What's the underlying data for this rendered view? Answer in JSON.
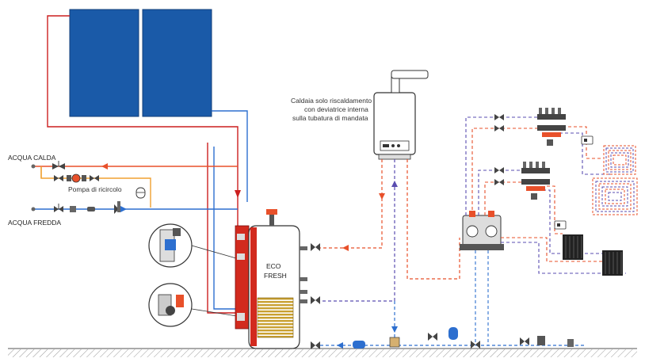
{
  "labels": {
    "hot_water": "ACQUA CALDA",
    "cold_water": "ACQUA FREDDA",
    "recirc_pump": "Pompa di ricircolo",
    "boiler_line1": "Caldaia solo riscaldamento",
    "boiler_line2": "con deviatrice interna",
    "boiler_line3": "sulla tubatura di mandata",
    "tank_line1": "ECO",
    "tank_line2": "FRESH"
  },
  "colors": {
    "solar_panel": "#1a5aa8",
    "hot": "#e8502a",
    "solar_hot": "#cc1f1f",
    "cold": "#2d6fcf",
    "dhw_orange": "#f0a030",
    "heating_return": "#5a4db0",
    "tank_red": "#d22a1e",
    "coil": "#c9a030"
  }
}
